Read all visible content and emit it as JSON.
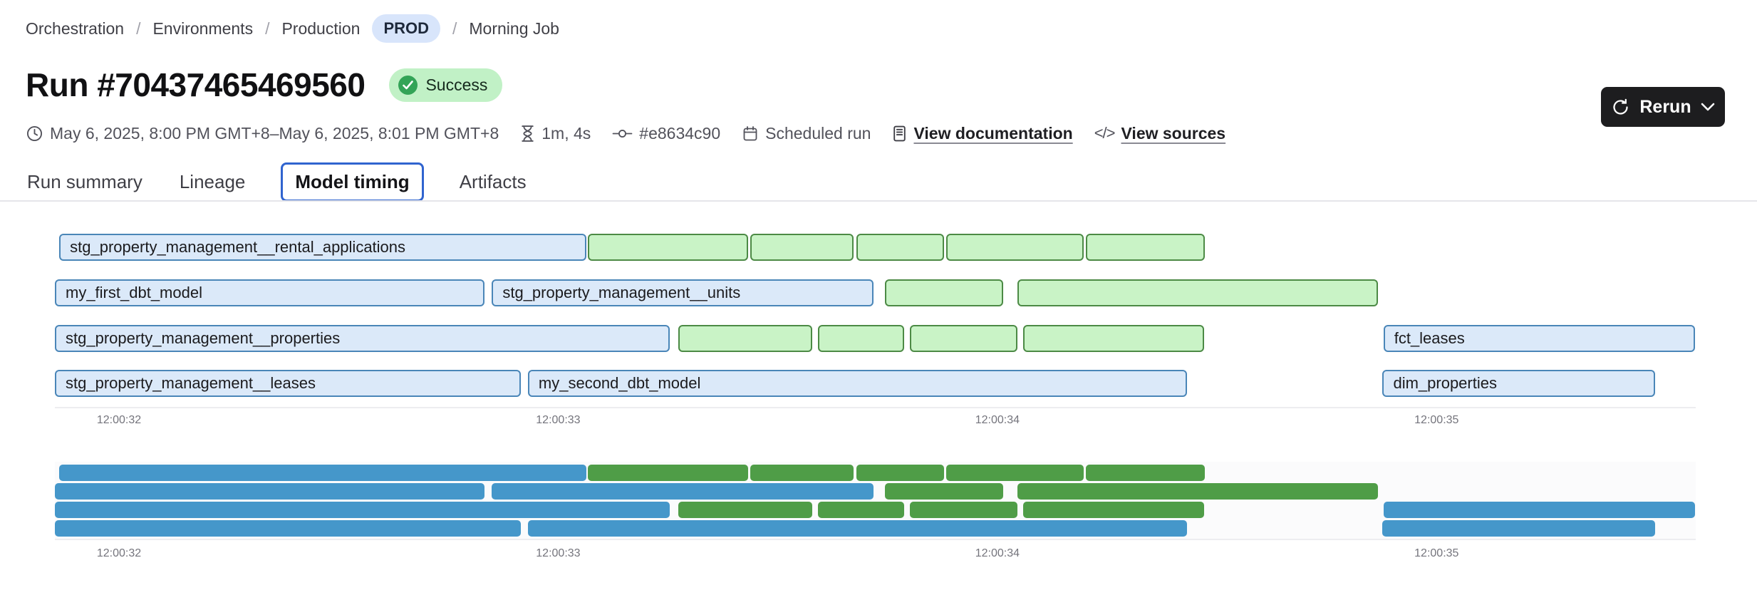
{
  "breadcrumb": {
    "separator": "/",
    "items": [
      "Orchestration",
      "Environments",
      "Production",
      "Morning Job"
    ],
    "env_badge": "PROD"
  },
  "header": {
    "title": "Run #70437465469560",
    "status_label": "Success"
  },
  "actions": {
    "rerun_label": "Rerun"
  },
  "meta": {
    "time_range": "May 6, 2025, 8:00 PM GMT+8–May 6, 2025, 8:01 PM GMT+8",
    "duration": "1m, 4s",
    "commit": "#e8634c90",
    "trigger": "Scheduled run",
    "documentation_link": "View documentation",
    "sources_link": "View sources",
    "code_glyph": "</>"
  },
  "tabs": [
    {
      "label": "Run summary",
      "active": false
    },
    {
      "label": "Lineage",
      "active": false
    },
    {
      "label": "Model timing",
      "active": true
    },
    {
      "label": "Artifacts",
      "active": false
    }
  ],
  "chart_data": {
    "type": "gantt",
    "description": "Model timing chart: blue bars are model builds (labeled), green bars are tests; lower minimap mirrors the same intervals in solid colors.",
    "time_unit": "seconds after 12:00:00",
    "axis": {
      "min": 31.854,
      "max": 35.59,
      "ticks": [
        {
          "t": 32,
          "label": "12:00:32"
        },
        {
          "t": 33,
          "label": "12:00:33"
        },
        {
          "t": 34,
          "label": "12:00:34"
        },
        {
          "t": 35,
          "label": "12:00:35"
        }
      ]
    },
    "rows": [
      {
        "bars": [
          {
            "label": "stg_property_management__rental_applications",
            "kind": "model",
            "start": 31.864,
            "end": 33.064
          },
          {
            "label": "",
            "kind": "test",
            "start": 33.068,
            "end": 33.433
          },
          {
            "label": "",
            "kind": "test",
            "start": 33.438,
            "end": 33.673
          },
          {
            "label": "",
            "kind": "test",
            "start": 33.679,
            "end": 33.879
          },
          {
            "label": "",
            "kind": "test",
            "start": 33.884,
            "end": 34.196
          },
          {
            "label": "",
            "kind": "test",
            "start": 34.202,
            "end": 34.473
          }
        ]
      },
      {
        "bars": [
          {
            "label": "my_first_dbt_model",
            "kind": "model",
            "start": 31.854,
            "end": 32.832
          },
          {
            "label": "stg_property_management__units",
            "kind": "model",
            "start": 32.849,
            "end": 33.718
          },
          {
            "label": "",
            "kind": "test",
            "start": 33.744,
            "end": 34.014
          },
          {
            "label": "",
            "kind": "test",
            "start": 34.046,
            "end": 34.867
          }
        ]
      },
      {
        "bars": [
          {
            "label": "stg_property_management__properties",
            "kind": "model",
            "start": 31.854,
            "end": 33.254
          },
          {
            "label": "",
            "kind": "test",
            "start": 33.274,
            "end": 33.579
          },
          {
            "label": "",
            "kind": "test",
            "start": 33.592,
            "end": 33.787
          },
          {
            "label": "",
            "kind": "test",
            "start": 33.801,
            "end": 34.045
          },
          {
            "label": "",
            "kind": "test",
            "start": 34.058,
            "end": 34.471
          },
          {
            "label": "fct_leases",
            "kind": "model",
            "start": 34.879,
            "end": 35.588
          }
        ]
      },
      {
        "bars": [
          {
            "label": "stg_property_management__leases",
            "kind": "model",
            "start": 31.854,
            "end": 32.915
          },
          {
            "label": "my_second_dbt_model",
            "kind": "model",
            "start": 32.931,
            "end": 34.432
          },
          {
            "label": "dim_properties",
            "kind": "model",
            "start": 34.877,
            "end": 35.497
          }
        ]
      }
    ],
    "colors": {
      "model_fill": "#dbe9f9",
      "model_border": "#4a86b8",
      "test_fill": "#c9f3c6",
      "test_border": "#4c8a45",
      "minimap_model": "#4597ca",
      "minimap_test": "#4f9d47",
      "status_badge_bg": "#c1f1c6",
      "status_check": "#33a457",
      "active_tab_border": "#3064cf",
      "env_badge_bg": "#d8e5fb",
      "rerun_bg": "#1d1d1f"
    }
  }
}
